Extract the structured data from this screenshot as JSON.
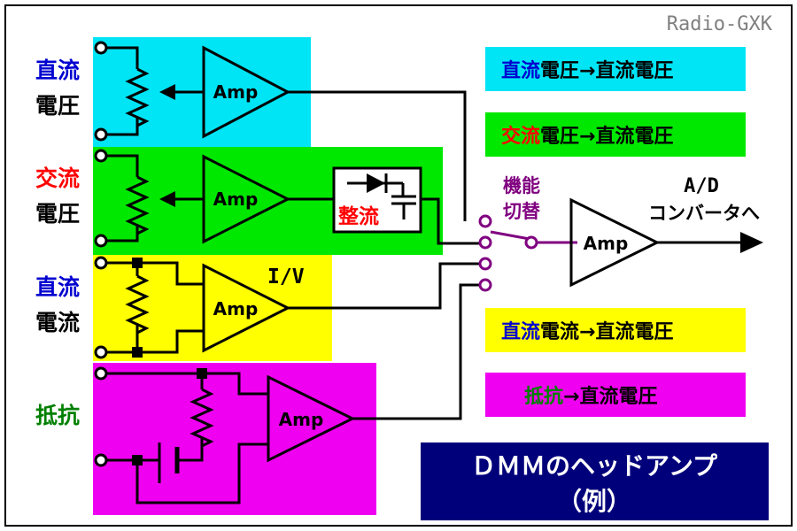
{
  "watermark": "Radio-GXK",
  "inputs": {
    "dcv": {
      "line1": "直流",
      "line2": "電圧"
    },
    "acv": {
      "line1": "交流",
      "line2": "電圧"
    },
    "dci": {
      "line1": "直流",
      "line2": "電流"
    },
    "res": {
      "line1": "抵抗"
    }
  },
  "amp_label": "Amp",
  "rectifier_label": "整流",
  "iv_label": "I/V",
  "switch_label": {
    "line1": "機能",
    "line2": "切替"
  },
  "adc_label": {
    "line1": "A/D",
    "line2": "コンバータへ"
  },
  "legend": {
    "dcv": {
      "a": "直流",
      "b": "電圧→直流電圧"
    },
    "acv": {
      "a": "交流",
      "b": "電圧→直流電圧"
    },
    "dci": {
      "a": "直流",
      "b": "電流→直流電圧"
    },
    "res": {
      "a": "抵抗",
      "b": "→直流電圧"
    }
  },
  "title": {
    "line1": "ＤＭＭのヘッドアンプ",
    "line2": "（例）"
  },
  "colors": {
    "cyan": "#00e5f5",
    "green": "#00e800",
    "yellow": "#ffff00",
    "magenta": "#f000f0",
    "navy": "#00007a",
    "blue_text": "#0000d0",
    "red_text": "#ff0000",
    "green_text": "#008000",
    "switch": "#800080"
  }
}
